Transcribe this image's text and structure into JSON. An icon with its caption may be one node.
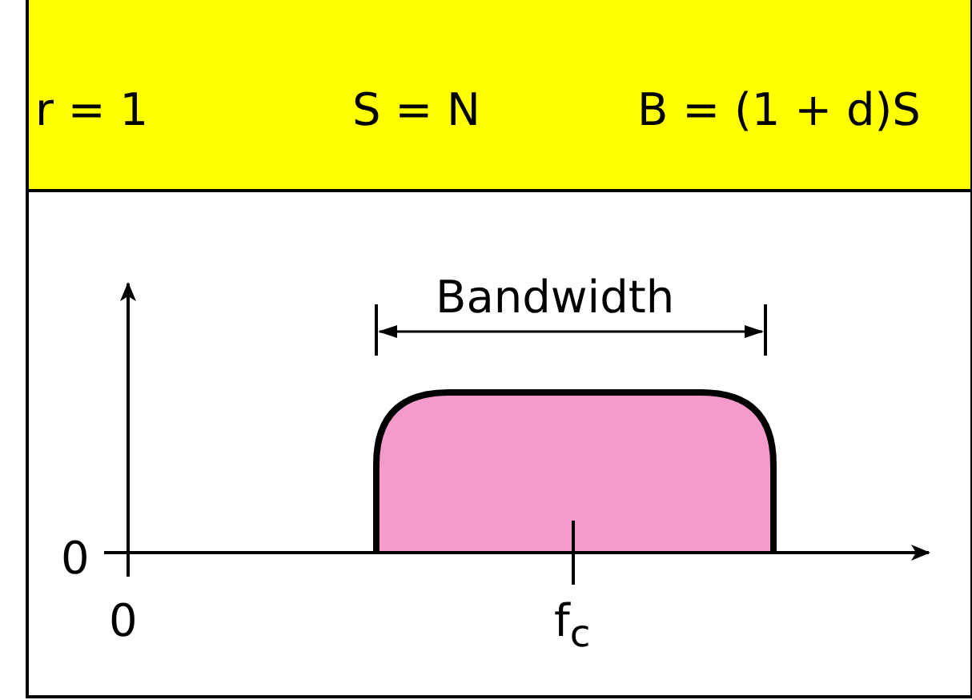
{
  "diagram": {
    "labels": [
      "r = 1",
      "S = N",
      "B = (1 + d)S",
      "Bandwidth",
      "0",
      "0",
      "f$_{c}$"
    ]
  }
}
